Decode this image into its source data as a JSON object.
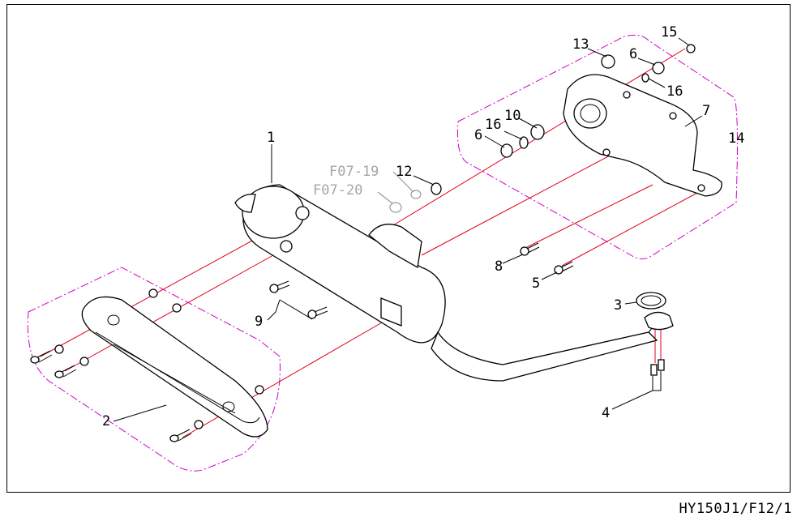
{
  "document_code": "HY150J1/F12/1",
  "callouts": {
    "p1": "1",
    "p2": "2",
    "p3": "3",
    "p4": "4",
    "p5": "5",
    "p6a": "6",
    "p6b": "6",
    "p7": "7",
    "p8": "8",
    "p9": "9",
    "p10": "10",
    "p12": "12",
    "p13": "13",
    "p14": "14",
    "p15": "15",
    "p16a": "16",
    "p16b": "16"
  },
  "references": {
    "f0719": "F07-19",
    "f0720": "F07-20"
  },
  "colors": {
    "outline": "#000000",
    "leader": "#e0001b",
    "group_outline": "#d000c8",
    "reference": "#a6a6a6"
  }
}
